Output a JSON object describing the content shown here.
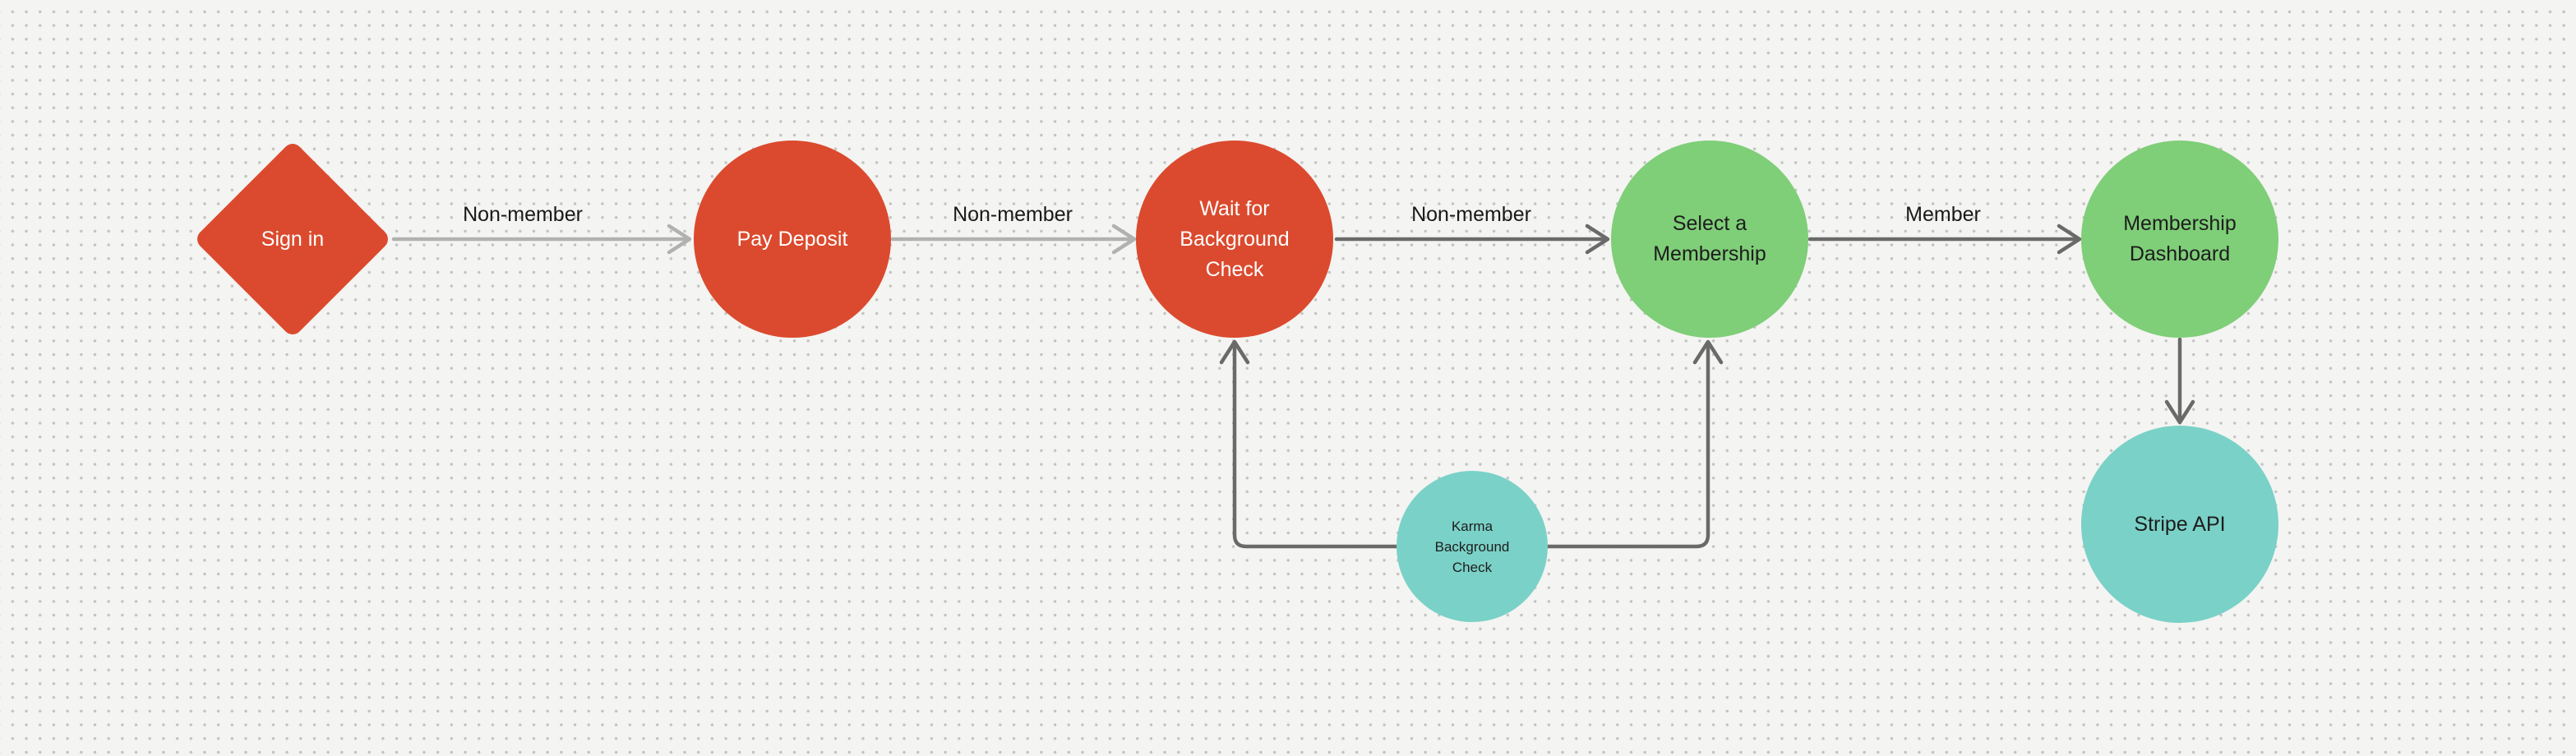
{
  "canvas": {
    "background_color": "#f4f4f2",
    "dot_color": "#c2c2c0"
  },
  "colors": {
    "node_red": "#db4a2e",
    "node_green": "#7fce78",
    "node_teal": "#7ad1c7",
    "edge_light_gray": "#b1b1b0",
    "edge_dark_gray": "#6a6a6a",
    "node_text_on_red": "#ffffff",
    "node_text_on_green_teal": "#1d1d1d",
    "edge_label_text": "#191919"
  },
  "nodes": {
    "sign_in": {
      "label": "Sign in",
      "shape": "diamond",
      "fill": "#db4a2e"
    },
    "pay_deposit": {
      "label": "Pay Deposit",
      "shape": "circle",
      "fill": "#db4a2e"
    },
    "wait_background_check": {
      "label": "Wait for\nBackground\nCheck",
      "shape": "circle",
      "fill": "#db4a2e"
    },
    "select_membership": {
      "label": "Select a\nMembership",
      "shape": "circle",
      "fill": "#7fce78"
    },
    "membership_dashboard": {
      "label": "Membership\nDashboard",
      "shape": "circle",
      "fill": "#7fce78"
    },
    "karma_background_check": {
      "label": "Karma\nBackground\nCheck",
      "shape": "circle",
      "fill": "#7ad1c7"
    },
    "stripe_api": {
      "label": "Stripe API",
      "shape": "circle",
      "fill": "#7ad1c7"
    }
  },
  "edges": [
    {
      "name": "sign-in-to-pay-deposit",
      "label": "Non-member",
      "style": "light"
    },
    {
      "name": "pay-deposit-to-wait-background-check",
      "label": "Non-member",
      "style": "light"
    },
    {
      "name": "wait-background-check-to-select-membership",
      "label": "Non-member",
      "style": "dark"
    },
    {
      "name": "select-membership-to-membership-dashboard",
      "label": "Member",
      "style": "dark"
    },
    {
      "name": "membership-dashboard-to-stripe-api",
      "style": "dark"
    },
    {
      "name": "karma-background-check-to-wait-background-check",
      "style": "dark"
    },
    {
      "name": "karma-background-check-to-select-membership",
      "style": "dark"
    }
  ]
}
